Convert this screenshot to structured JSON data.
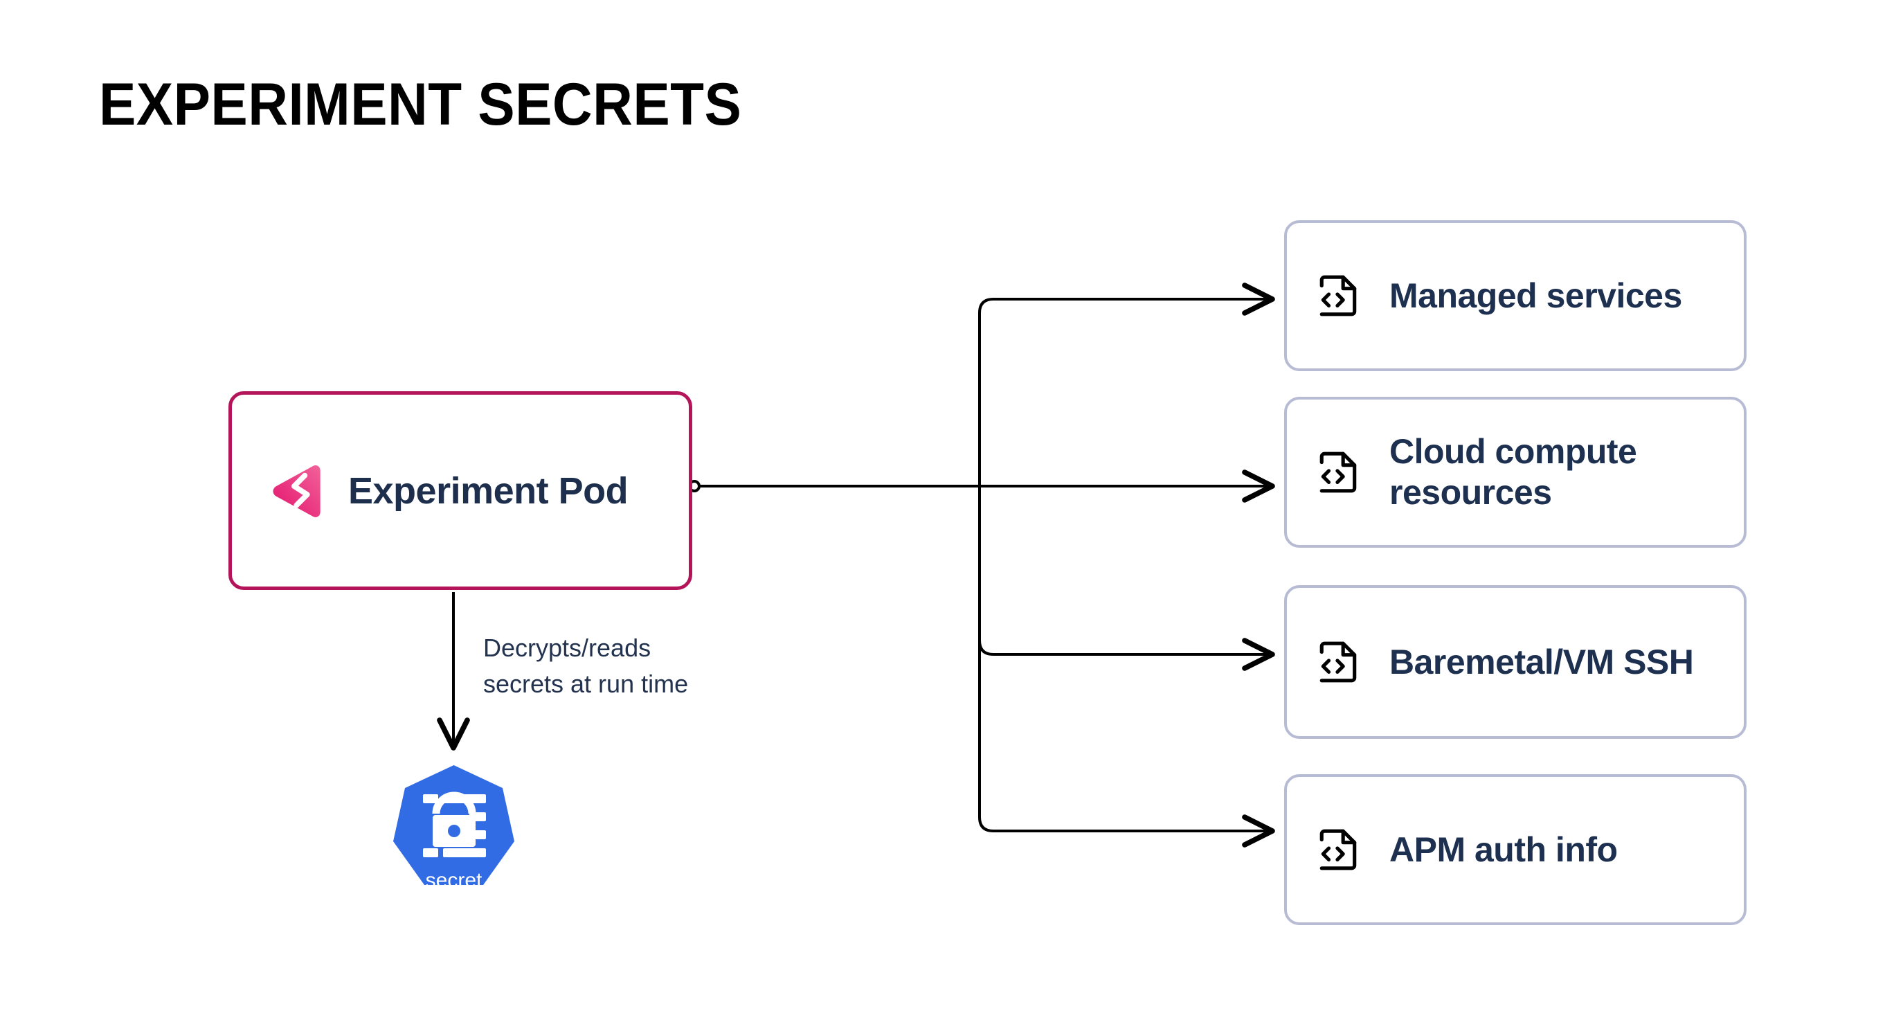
{
  "page": {
    "title": "EXPERIMENT SECRETS",
    "background_color": "#ffffff"
  },
  "colors": {
    "pod_border": "#b4155a",
    "pod_logo_light": "#f0598f",
    "pod_logo_dark": "#e3126c",
    "card_border": "#b7bcd4",
    "text_navy": "#1e3050",
    "secret_blue": "#326ce5",
    "connector": "#000000"
  },
  "source_node": {
    "label": "Experiment Pod",
    "icon": "gremlin-logo-icon"
  },
  "edge_annotation": {
    "text": "Decrypts/reads\nsecrets at run time"
  },
  "secret_node": {
    "label": "secret",
    "icon": "kubernetes-secret-icon"
  },
  "targets": [
    {
      "label": "Managed\nservices",
      "icon": "file-code-icon"
    },
    {
      "label": "Cloud compute\nresources",
      "icon": "file-code-icon"
    },
    {
      "label": "Baremetal/VM\nSSH",
      "icon": "file-code-icon"
    },
    {
      "label": "APM auth info",
      "icon": "file-code-icon"
    }
  ]
}
